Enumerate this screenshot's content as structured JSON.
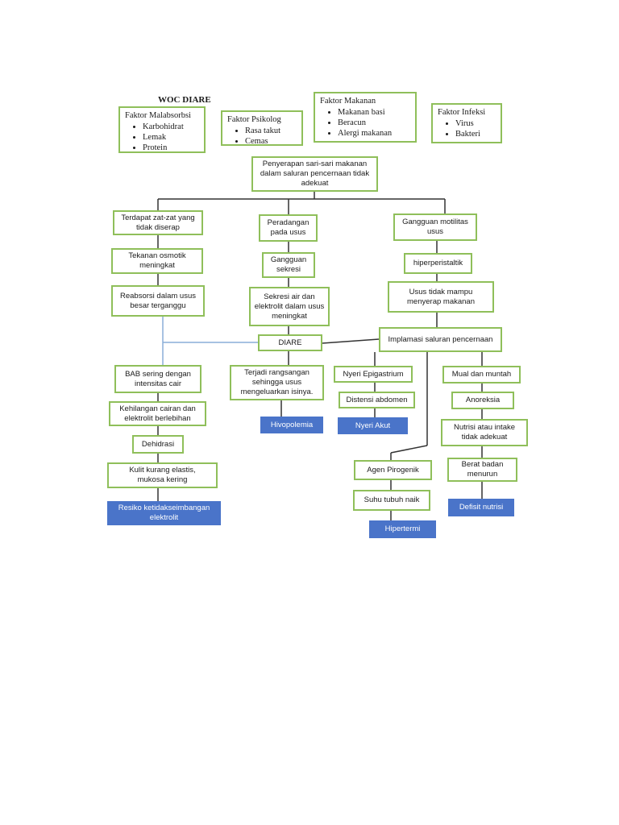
{
  "title": "WOC DIARE",
  "factors": [
    {
      "title": "Faktor Malabsorbsi",
      "items": [
        "Karbohidrat",
        "Lemak",
        "Protein"
      ]
    },
    {
      "title": "Faktor Psikolog",
      "items": [
        "Rasa takut",
        "Cemas"
      ]
    },
    {
      "title": "Faktor Makanan",
      "items": [
        "Makanan basi",
        "Beracun",
        "Alergi makanan"
      ]
    },
    {
      "title": "Faktor Infeksi",
      "items": [
        "Virus",
        "Bakteri"
      ]
    }
  ],
  "nodes": {
    "root": "Penyerapan sari-sari makanan\ndalam saluran pencernaan tidak\nadekuat",
    "l1": "Terdapat zat-zat yang\ntidak diserap",
    "l2": "Tekanan osmotik\nmeningkat",
    "l3": "Reabsorsi dalam usus\nbesar terganggu",
    "m1": "Peradangan\npada usus",
    "m2": "Gangguan\nsekresi",
    "m3": "Sekresi air dan\nelektrolit dalam usus\nmeningkat",
    "r1": "Gangguan motilitas\nusus",
    "r2": "hiperperistaltik",
    "r3": "Usus tidak mampu\nmenyerap makanan",
    "diare": "DIARE",
    "inflam": "Implamasi saluran pencernaan",
    "bab": "BAB sering dengan\nintensitas cair",
    "kehilangan": "Kehilangan cairan dan\nelektrolit berlebihan",
    "dehidrasi": "Dehidrasi",
    "kulit": "Kulit kurang elastis,\nmukosa kering",
    "terjadi": "Terjadi rangsangan\nsehingga usus\nmengeluarkan isinya.",
    "nyeri_epi": "Nyeri Epigastrium",
    "distensi": "Distensi abdomen",
    "mual": "Mual dan muntah",
    "anoreksia": "Anoreksia",
    "nutrisi": "Nutrisi atau intake\ntidak adekuat",
    "berat": "Berat badan\nmenurun",
    "agen": "Agen Pirogenik",
    "suhu": "Suhu tubuh naik"
  },
  "outcomes": {
    "risiko": "Resiko ketidakseimbangan\nelektrolit",
    "hipovolemia": "Hivopolemia",
    "nyeri_akut": "Nyeri Akut",
    "hipertermi": "Hipertermi",
    "defisit": "Defisit nutrisi"
  },
  "colors": {
    "box_border": "#8fbf5a",
    "outcome_fill": "#4a74c9",
    "connector": "#333333",
    "connector_light": "#8aaed8"
  }
}
